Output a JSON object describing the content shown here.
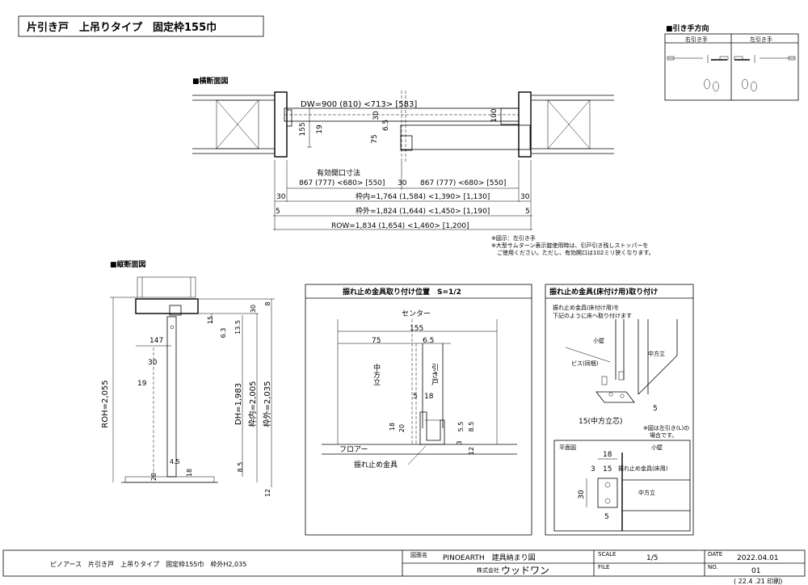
{
  "title": "片引き戸　上吊りタイプ　固定枠155巾",
  "pull_direction": {
    "heading": "■引き手方向",
    "right": "右引き手",
    "left": "左引き手"
  },
  "horizontal_section": {
    "heading": "■横断面図",
    "dw": "DW=900 (810) <713> [583]",
    "d155": "155",
    "d19": "19",
    "d30": "30",
    "d65": "6.5",
    "d75": "75",
    "d100": "100",
    "effective_label": "有効開口寸法",
    "effective_value": "867 (777) <680> [550]",
    "effective_value_right": "867 (777) <680> [550]",
    "d30_mid": "30",
    "d30_left": "30",
    "d30_right": "30",
    "frame_inner": "枠内=1,764 (1,584) <1,390> [1,130]",
    "d5_left": "5",
    "d5_right": "5",
    "frame_outer": "枠外=1,824 (1,644) <1,450> [1,190]",
    "row": "ROW=1,834 (1,654) <1,460> [1,200]"
  },
  "notes": [
    "※図示：左引き手",
    "※大型サムターン表示錠使用時は、引戸引き残しストッパーを",
    "　ご使用ください。ただし、有効開口は102ミリ狭くなります。"
  ],
  "vertical_section": {
    "heading": "■縦断面図",
    "roh": "ROH=2,055",
    "d147": "147",
    "d30": "30",
    "d19": "19",
    "d15": "15",
    "d63": "6.3",
    "d135": "13.5",
    "d30top": "30",
    "d8": "8",
    "dh": "DH=1,983",
    "frame_inner": "枠内=2,005",
    "frame_outer": "枠外=2,035",
    "d45": "4.5",
    "d20": "20",
    "d18": "18",
    "d85": "8.5",
    "d12": "12"
  },
  "detail_mid": {
    "heading": "振れ止め金具取り付け位置　S=1/2",
    "center": "センター",
    "d155": "155",
    "d75": "75",
    "d65": "6.5",
    "middle_post": "中方立",
    "door": "引き戸",
    "d5": "5",
    "d18": "18",
    "d18b": "18",
    "d20": "20",
    "d3": "3",
    "d55": "5.5",
    "d85": "8.5",
    "d12": "12",
    "floor": "フロアー",
    "fitting": "振れ止め金具"
  },
  "detail_right": {
    "heading": "振れ止め金具(床付け用)取り付け",
    "desc1": "振れ止め金具(床付け用)を",
    "desc2": "下記のように床へ取り付けます",
    "small_wall": "小壁",
    "screw": "ビス(同梱)",
    "middle_post": "中方立",
    "d5": "5",
    "d15": "15(中方立芯)",
    "note1": "※図は左引き(L)の",
    "note2": "場合です。",
    "plan": "平面図",
    "plan_small_wall": "小壁",
    "d18": "18",
    "d3": "3",
    "d15b": "15",
    "fitting_floor": "振れ止め金具(床用)",
    "plan_middle_post": "中方立",
    "d30": "30",
    "d5b": "5"
  },
  "title_block": {
    "product": "ピノアース　片引き戸　上吊りタイプ　固定枠155巾　枠外H2,035",
    "drawing_label": "図面名",
    "drawing_name": "PINOEARTH　建具納まり図",
    "company_label": "株式会社",
    "company": "ウッドワン",
    "scale_label": "SCALE",
    "scale": "1/5",
    "file_label": "FILE",
    "date_label": "DATE",
    "date": "2022.04.01",
    "no_label": "NO.",
    "no": "01",
    "print": "( 22.4 .21 印刷)"
  }
}
